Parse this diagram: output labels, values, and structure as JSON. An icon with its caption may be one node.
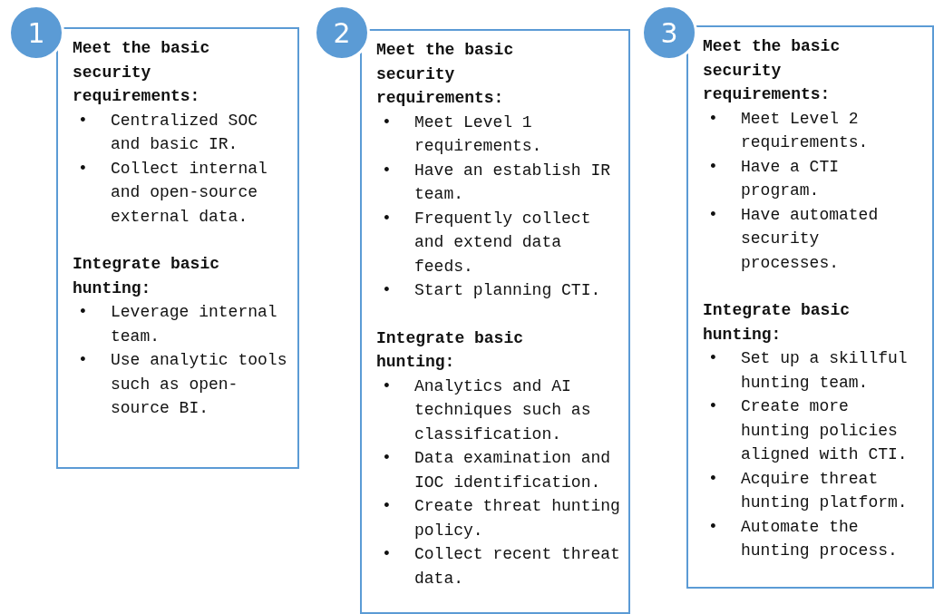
{
  "diagram": {
    "nodes": [
      {
        "text": [
          "1"
        ]
      },
      {
        "text": [
          "Meet the basic security requirements:",
          "•",
          "Centralized SOC and basic IR.",
          "•",
          "Collect internal and open-source external data.",
          "Integrate basic hunting:",
          "•",
          "Leverage internal team.",
          "•",
          "Use analytic tools such as open-source BI."
        ]
      },
      {
        "text": [
          "2"
        ]
      },
      {
        "text": [
          "Meet the basic security requirements:",
          "•",
          "Meet Level 1 requirements.",
          "•",
          "Have an establish IR team.",
          "•",
          "Frequently collect and extend data feeds.",
          "•",
          "Start planning CTI.",
          "Integrate basic hunting:",
          "•",
          "Analytics and AI techniques such as classification.",
          "•",
          "Data examination and IOC identification.",
          "•",
          "Create threat hunting policy.",
          "•",
          "Collect recent threat data."
        ]
      },
      {
        "text": [
          "3"
        ]
      },
      {
        "text": [
          "Meet the basic security requirements:",
          "•",
          "Meet Level 2 requirements.",
          "•",
          "Have a CTI program.",
          "•",
          "Have automated security processes.",
          "Integrate basic hunting:",
          "•",
          "Set up a skillful hunting team.",
          "•",
          "Create more hunting policies aligned with CTI.",
          "•",
          "Acquire threat hunting platform.",
          "•",
          "Automate the hunting process."
        ]
      }
    ]
  }
}
